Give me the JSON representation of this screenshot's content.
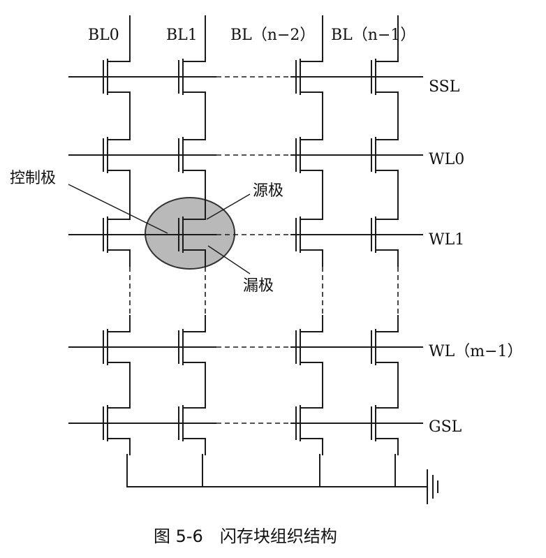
{
  "bitlines": [
    "BL0",
    "BL1",
    "BL（n−2）",
    "BL（n−1）"
  ],
  "rows": [
    "SSL",
    "WL0",
    "WL1",
    "WL（m−1）",
    "GSL"
  ],
  "callouts": {
    "control_gate": "控制极",
    "source": "源极",
    "drain": "漏极"
  },
  "caption": "图 5-6　闪存块组织结构"
}
